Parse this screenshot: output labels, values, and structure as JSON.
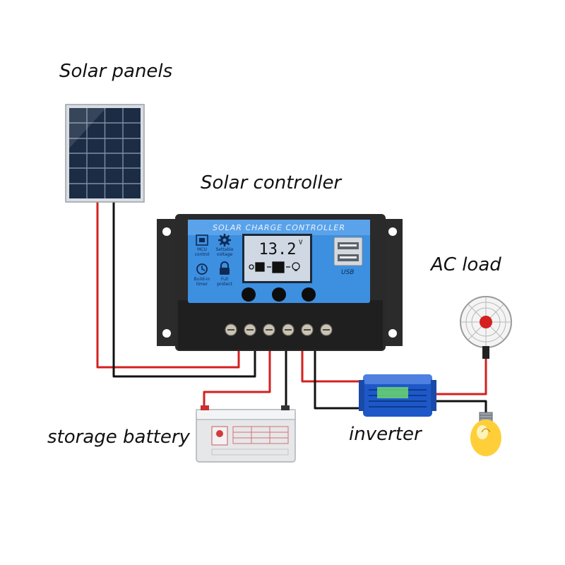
{
  "labels": {
    "solar_panels": "Solar panels",
    "solar_controller": "Solar controller",
    "ac_load": "AC load",
    "storage_battery": "storage battery",
    "inverter": "inverter"
  },
  "controller": {
    "header": "SOLAR CHARGE CONTROLLER",
    "display_value": "13.2",
    "display_unit": "V",
    "usb_label": "USB",
    "feature_mcu": [
      "MCU",
      "control"
    ],
    "feature_voltage": [
      "Settable",
      "voltage"
    ],
    "feature_timer": [
      "Build-in",
      "timer"
    ],
    "feature_protect": [
      "Full",
      "protect"
    ]
  },
  "colors": {
    "wire_positive": "#d42020",
    "wire_negative": "#111111",
    "controller_panel": "#3d8fe0",
    "controller_body": "#2a2a2a"
  },
  "icons": [
    "cpu-icon",
    "gear-icon",
    "clock-icon",
    "lock-icon",
    "usb-port-icon",
    "solar-panel-icon",
    "battery-icon",
    "fan-icon",
    "light-bulb-icon"
  ]
}
